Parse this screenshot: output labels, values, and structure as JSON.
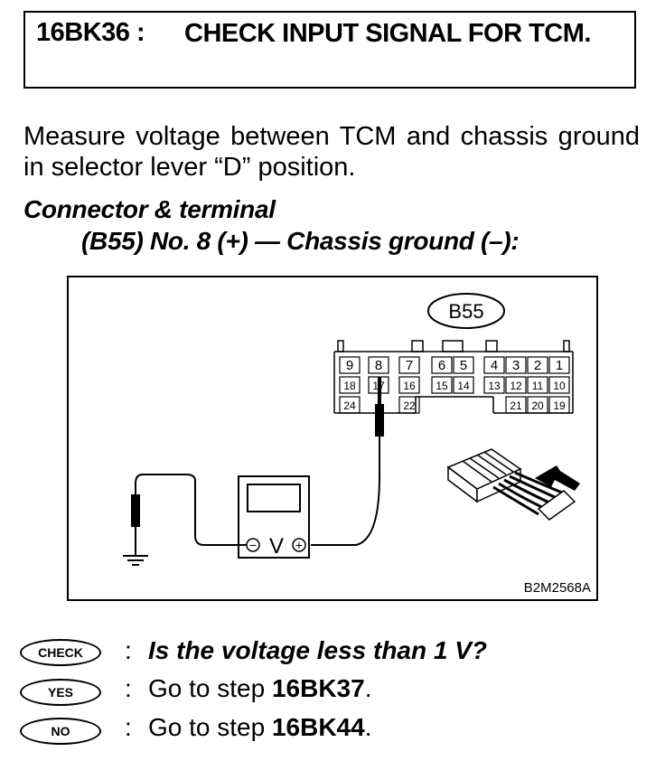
{
  "header": {
    "step_code": "16BK36 :",
    "title": "CHECK INPUT SIGNAL FOR TCM."
  },
  "instruction": "Measure voltage between TCM and chassis ground in selector lever “D” position.",
  "connector": {
    "heading": "Connector & terminal",
    "detail": "(B55) No. 8 (+) — Chassis ground (–):"
  },
  "figure": {
    "connector_label": "B55",
    "figure_id": "B2M2568A",
    "voltmeter_symbol": "V",
    "minus_symbol": "−",
    "plus_symbol": "+",
    "pins_row1": [
      "9",
      "8",
      "7",
      "6",
      "5",
      "4",
      "3",
      "2",
      "1"
    ],
    "pins_row2": [
      "18",
      "17",
      "16",
      "15",
      "14",
      "13",
      "12",
      "11",
      "10"
    ],
    "pins_row3": [
      "24",
      "22",
      "21",
      "20",
      "19"
    ],
    "icons": [
      "voltmeter-icon",
      "ground-symbol-icon",
      "probe-icon",
      "connector-plug-icon",
      "arrow-icon"
    ]
  },
  "checks": [
    {
      "badge": "CHECK",
      "colon": ":",
      "text": "Is the voltage less than 1 V?"
    },
    {
      "badge": "YES",
      "colon": ":",
      "prefix": "Go to step ",
      "step": "16BK37",
      "suffix": "."
    },
    {
      "badge": "NO",
      "colon": ":",
      "prefix": "Go to step ",
      "step": "16BK44",
      "suffix": "."
    }
  ]
}
